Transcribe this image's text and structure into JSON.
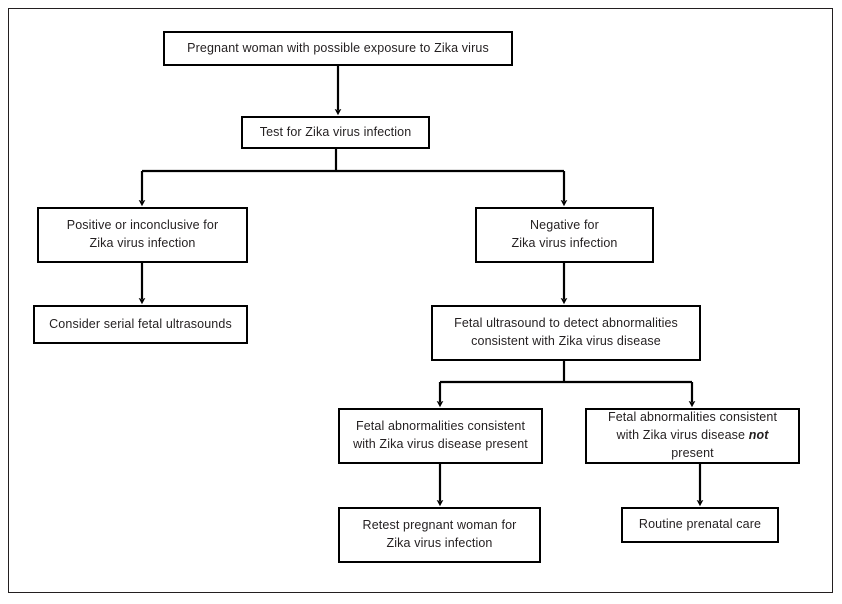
{
  "diagram": {
    "type": "flowchart",
    "orientation": "top-down",
    "title": "",
    "nodes": [
      {
        "id": "exposure",
        "label": "Pregnant woman with possible exposure to Zika virus",
        "lines": [
          "Pregnant woman with possible exposure to Zika virus"
        ]
      },
      {
        "id": "test",
        "label": "Test for Zika virus infection",
        "lines": [
          "Test for Zika virus infection"
        ]
      },
      {
        "id": "positive",
        "label": "Positive or inconclusive for\nZika virus infection",
        "lines": [
          "Positive or inconclusive for",
          "Zika virus infection"
        ]
      },
      {
        "id": "negative",
        "label": "Negative for\nZika virus infection",
        "lines": [
          "Negative for",
          "Zika virus infection"
        ]
      },
      {
        "id": "serial-us",
        "label": "Consider serial fetal ultrasounds",
        "lines": [
          "Consider serial fetal ultrasounds"
        ]
      },
      {
        "id": "fetal-us",
        "label": "Fetal ultrasound to detect abnormalities\nconsistent with Zika virus disease",
        "lines": [
          "Fetal ultrasound to detect abnormalities",
          "consistent with Zika virus disease"
        ]
      },
      {
        "id": "abn-present",
        "label": "Fetal abnormalities consistent\nwith Zika virus disease present",
        "lines": [
          "Fetal abnormalities consistent",
          "with Zika virus disease present"
        ]
      },
      {
        "id": "abn-not-present",
        "label": "Fetal abnormalities consistent with Zika virus disease not present",
        "line1": "Fetal abnormalities consistent",
        "line2_before": "with Zika virus disease ",
        "line2_emphasis": "not",
        "line2_after": " present"
      },
      {
        "id": "retest",
        "label": "Retest pregnant woman for\nZika virus infection",
        "lines": [
          "Retest pregnant woman for",
          "Zika virus infection"
        ]
      },
      {
        "id": "routine",
        "label": "Routine prenatal care",
        "lines": [
          "Routine prenatal care"
        ]
      }
    ],
    "edges": [
      {
        "from": "exposure",
        "to": "test",
        "style": "arrow"
      },
      {
        "from": "test",
        "to": "positive",
        "style": "split-arrow"
      },
      {
        "from": "test",
        "to": "negative",
        "style": "split-arrow"
      },
      {
        "from": "positive",
        "to": "serial-us",
        "style": "arrow"
      },
      {
        "from": "negative",
        "to": "fetal-us",
        "style": "arrow"
      },
      {
        "from": "fetal-us",
        "to": "abn-present",
        "style": "split-arrow"
      },
      {
        "from": "fetal-us",
        "to": "abn-not-present",
        "style": "split-arrow"
      },
      {
        "from": "abn-present",
        "to": "retest",
        "style": "arrow"
      },
      {
        "from": "abn-not-present",
        "to": "routine",
        "style": "arrow"
      }
    ],
    "colors": {
      "box_border": "#000000",
      "text": "#231f20",
      "connector": "#000000",
      "background": "#ffffff",
      "frame_border": "#231f20"
    }
  }
}
